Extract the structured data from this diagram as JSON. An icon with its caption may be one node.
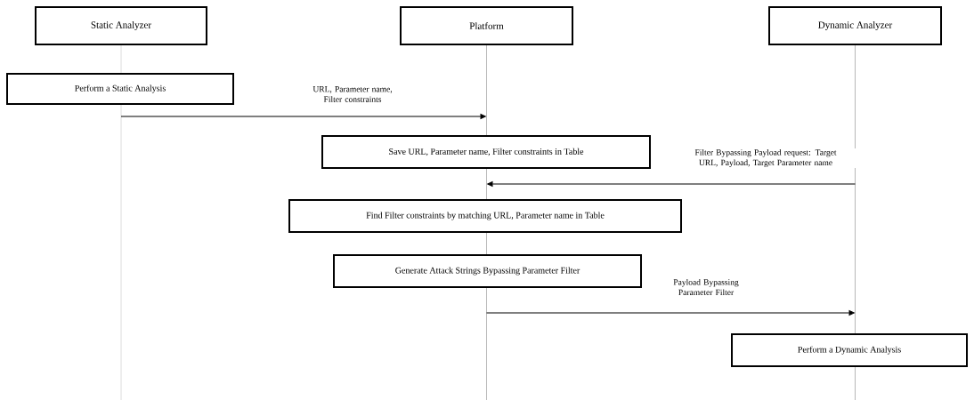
{
  "diagram": {
    "nodes": [
      {
        "text": [
          "Static Analyzer"
        ]
      },
      {
        "text": [
          "Platform"
        ]
      },
      {
        "text": [
          "Dynamic Analyzer"
        ]
      },
      {
        "text": [
          "Perform a Static Analysis"
        ]
      },
      {
        "text": [
          "Save URL, Parameter name, Filter constraints in Table"
        ]
      },
      {
        "text": [
          "Find Filter constraints by matching URL, Parameter name in Table"
        ]
      },
      {
        "text": [
          "Generate Attack Strings Bypassing Parameter Filter"
        ]
      },
      {
        "text": [
          "Perform a Dynamic Analysis"
        ]
      }
    ],
    "edges": [
      {
        "from": 0,
        "to": 1,
        "arrow": "to",
        "label": "URL, Parameter name, Filter constraints"
      },
      {
        "from": 2,
        "to": 1,
        "arrow": "to",
        "label": "Filter Bypassing Payload request: Target URL, Payload, Target Parameter name"
      },
      {
        "from": 1,
        "to": 2,
        "arrow": "to",
        "label": "Payload Bypassing Parameter Filter"
      }
    ]
  }
}
